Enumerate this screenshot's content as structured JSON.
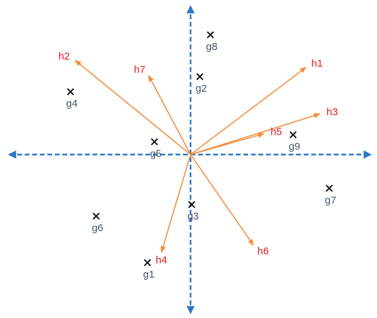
{
  "diagram": {
    "colors": {
      "axis": "#2e75c7",
      "vector": "#f28c3c",
      "vector_label": "#e31a1a",
      "point_marker": "#111111",
      "point_label": "#44546a"
    },
    "vectors": [
      {
        "label": "h1",
        "dir": [
          0.99,
          0.75
        ]
      },
      {
        "label": "h2",
        "dir": [
          -0.99,
          0.81
        ]
      },
      {
        "label": "h3",
        "dir": [
          1.11,
          0.35
        ]
      },
      {
        "label": "h4",
        "dir": [
          -0.25,
          -0.84
        ]
      },
      {
        "label": "h5",
        "dir": [
          0.63,
          0.18
        ]
      },
      {
        "label": "h6",
        "dir": [
          0.54,
          -0.78
        ]
      },
      {
        "label": "h7",
        "dir": [
          -0.36,
          0.68
        ]
      }
    ],
    "points": [
      {
        "label": "g1",
        "pos": [
          -0.37,
          -0.93
        ]
      },
      {
        "label": "g2",
        "pos": [
          0.08,
          0.67
        ]
      },
      {
        "label": "g3",
        "pos": [
          0.01,
          -0.43
        ]
      },
      {
        "label": "g4",
        "pos": [
          -1.03,
          0.54
        ]
      },
      {
        "label": "g5",
        "pos": [
          -0.31,
          0.11
        ]
      },
      {
        "label": "g6",
        "pos": [
          -0.81,
          -0.53
        ]
      },
      {
        "label": "g7",
        "pos": [
          1.19,
          -0.29
        ]
      },
      {
        "label": "g8",
        "pos": [
          0.17,
          1.03
        ]
      },
      {
        "label": "g9",
        "pos": [
          0.88,
          0.17
        ]
      }
    ]
  }
}
